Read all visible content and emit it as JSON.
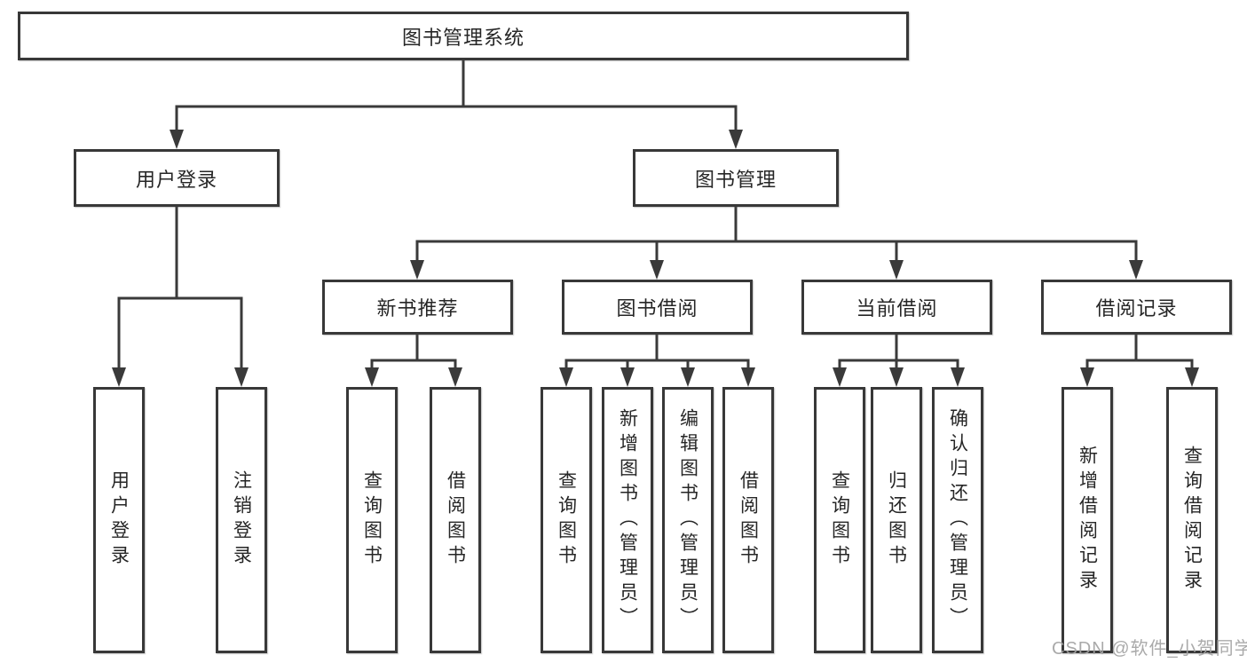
{
  "diagram": {
    "title": "图书管理系统",
    "tree": {
      "label": "图书管理系统",
      "children": [
        {
          "label": "用户登录",
          "children": [
            {
              "label": "用户登录"
            },
            {
              "label": "注销登录"
            }
          ]
        },
        {
          "label": "图书管理",
          "children": [
            {
              "label": "新书推荐",
              "children": [
                {
                  "label": "查询图书"
                },
                {
                  "label": "借阅图书"
                }
              ]
            },
            {
              "label": "图书借阅",
              "children": [
                {
                  "label": "查询图书"
                },
                {
                  "label": "新增图书（管理员）"
                },
                {
                  "label": "编辑图书（管理员）"
                },
                {
                  "label": "借阅图书"
                }
              ]
            },
            {
              "label": "当前借阅",
              "children": [
                {
                  "label": "查询图书"
                },
                {
                  "label": "归还图书"
                },
                {
                  "label": "确认归还（管理员）"
                }
              ]
            },
            {
              "label": "借阅记录",
              "children": [
                {
                  "label": "新增借阅记录"
                },
                {
                  "label": "查询借阅记录"
                }
              ]
            }
          ]
        }
      ]
    },
    "colors": {
      "line": "#3a3a3a",
      "border": "#383838",
      "text": "#262626",
      "background": "#ffffff"
    }
  },
  "watermark": {
    "text": "CSDN @软件_小贺同学",
    "color": "#a3a3a3"
  }
}
